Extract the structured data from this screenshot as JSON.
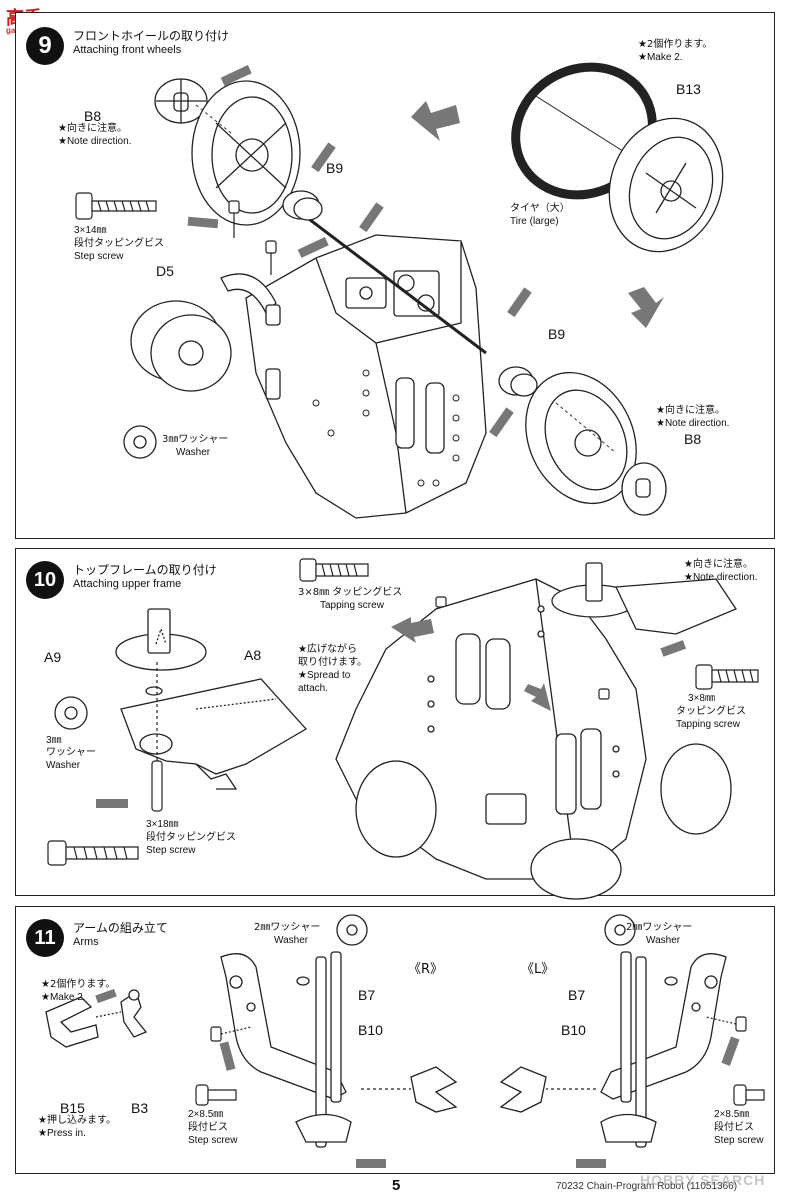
{
  "watermark": {
    "top_jp": "高手",
    "top_small": "gaoshou.com",
    "bottom": "HOBBY SEARCH"
  },
  "step9": {
    "number": "9",
    "title_jp": "フロントホイールの取り付け",
    "title_en": "Attaching front wheels",
    "parts": {
      "b8_top": "B8",
      "b8_top_note_jp": "★向きに注意。",
      "b8_top_note_en": "★Note direction.",
      "b9_top": "B9",
      "d5": "D5",
      "screw_size": "3×14㎜",
      "screw_jp": "段付タッピングビス",
      "screw_en": "Step screw",
      "washer_jp": "3㎜ワッシャー",
      "washer_en": "Washer",
      "make2_jp": "★2個作ります。",
      "make2_en": "★Make 2.",
      "b13": "B13",
      "tire_jp": "タイヤ（大）",
      "tire_en": "Tire (large)",
      "b9_bottom": "B9",
      "b8_bottom": "B8",
      "b8_bottom_note_jp": "★向きに注意。",
      "b8_bottom_note_en": "★Note direction."
    }
  },
  "step10": {
    "number": "10",
    "title_jp": "トップフレームの取り付け",
    "title_en": "Attaching upper frame",
    "parts": {
      "a9": "A9",
      "a8": "A8",
      "washer_size": "3㎜",
      "washer_jp": "ワッシャー",
      "washer_en": "Washer",
      "step_screw_size": "3×18㎜",
      "step_screw_jp": "段付タッピングビス",
      "step_screw_en": "Step screw",
      "tap_top_size": "3×8㎜ タッピングビス",
      "tap_top_en": "Tapping screw",
      "spread_jp1": "★広げながら",
      "spread_jp2": "取り付けます。",
      "spread_en1": "★Spread to",
      "spread_en2": "attach.",
      "note_dir_jp": "★向きに注意。",
      "note_dir_en": "★Note direction.",
      "tap_right_size": "3×8㎜",
      "tap_right_jp": "タッピングビス",
      "tap_right_en": "Tapping screw"
    }
  },
  "step11": {
    "number": "11",
    "title_jp": "アームの組み立て",
    "title_en": "Arms",
    "parts": {
      "make2_jp": "★2個作ります。",
      "make2_en": "★Make 2.",
      "b15": "B15",
      "b3": "B3",
      "press_jp": "★押し込みます。",
      "press_en": "★Press in.",
      "washer_l_jp": "2㎜ワッシャー",
      "washer_l_en": "Washer",
      "washer_r_jp": "2㎜ワッシャー",
      "washer_r_en": "Washer",
      "side_r": "《R》",
      "side_l": "《L》",
      "b7_l": "B7",
      "b10_l": "B10",
      "b7_r": "B7",
      "b10_r": "B10",
      "screw_l_size": "2×8.5㎜",
      "screw_l_jp": "段付ビス",
      "screw_l_en": "Step screw",
      "screw_r_size": "2×8.5㎜",
      "screw_r_jp": "段付ビス",
      "screw_r_en": "Step screw"
    }
  },
  "footer": {
    "page": "5",
    "code": "70232 Chain-Program Robot (11051366)"
  }
}
